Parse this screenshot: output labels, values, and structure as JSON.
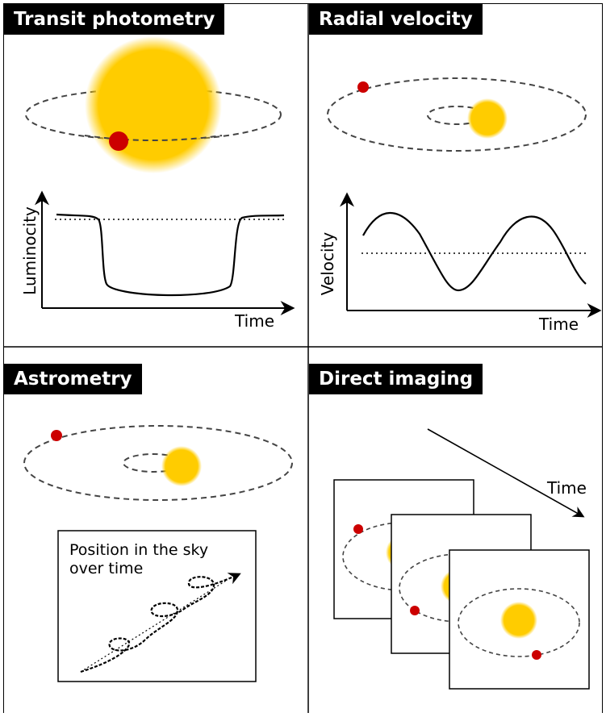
{
  "panels": {
    "transit": {
      "title": "Transit photometry",
      "ylabel": "Luminocity",
      "xlabel": "Time"
    },
    "radial": {
      "title": "Radial velocity",
      "ylabel": "Velocity",
      "xlabel": "Time"
    },
    "astrometry": {
      "title": "Astrometry",
      "inset_line1": "Position in the sky",
      "inset_line2": "over time"
    },
    "imaging": {
      "title": "Direct imaging",
      "arrow_label": "Time"
    }
  },
  "colors": {
    "star": "#ffcc00",
    "planet": "#cc0000",
    "line": "#000000",
    "orbit": "#444444"
  }
}
